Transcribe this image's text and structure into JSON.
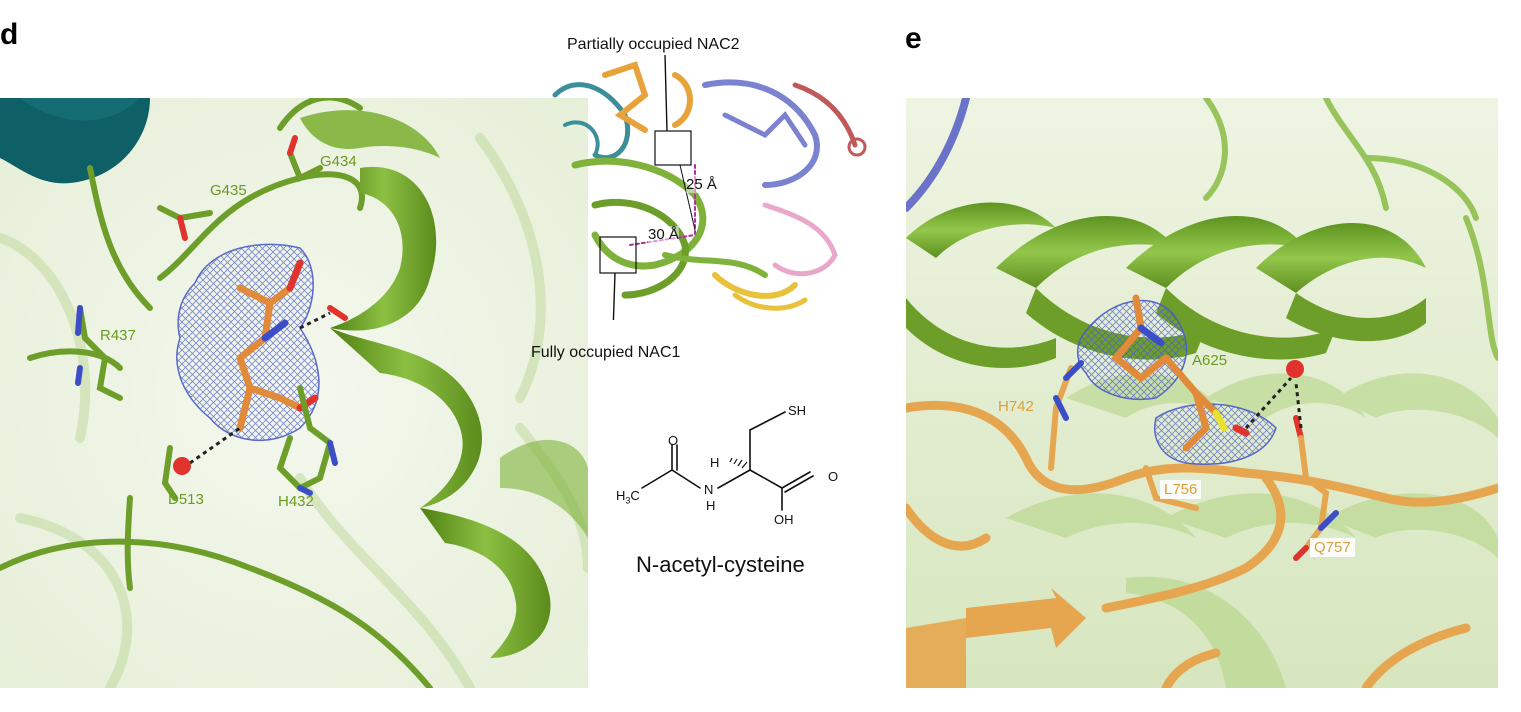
{
  "panel_d": {
    "letter": "d",
    "residues": {
      "g434": "G434",
      "g435": "G435",
      "r437": "R437",
      "d513": "D513",
      "h432": "H432"
    }
  },
  "panel_e": {
    "letter": "e",
    "residues": {
      "a625": "A625",
      "h742": "H742",
      "l756": "L756",
      "q757": "Q757"
    }
  },
  "overview": {
    "top_label": "Partially occupied NAC2",
    "bottom_label": "Fully occupied NAC1",
    "distance_1": "25 Å",
    "distance_2": "30 Å"
  },
  "chemical": {
    "name": "N-acetyl-cysteine",
    "atoms": {
      "sh": "SH",
      "o_left": "O",
      "o_right": "O",
      "h_chiral": "H",
      "nh": "N",
      "nh_h": "H",
      "oh": "OH",
      "h3c_h": "H",
      "h3c_sub": "3",
      "h3c_c": "C"
    }
  },
  "colors": {
    "green_protein": "#8dbf4a",
    "dark_green": "#5f8f22",
    "teal": "#0f5f66",
    "orange_ligand": "#e08a3a",
    "mesh_blue": "#4a5ac8",
    "label_green": "#6a9a1f",
    "label_orange": "#d9a03a",
    "periwinkle": "#7b82cf"
  }
}
